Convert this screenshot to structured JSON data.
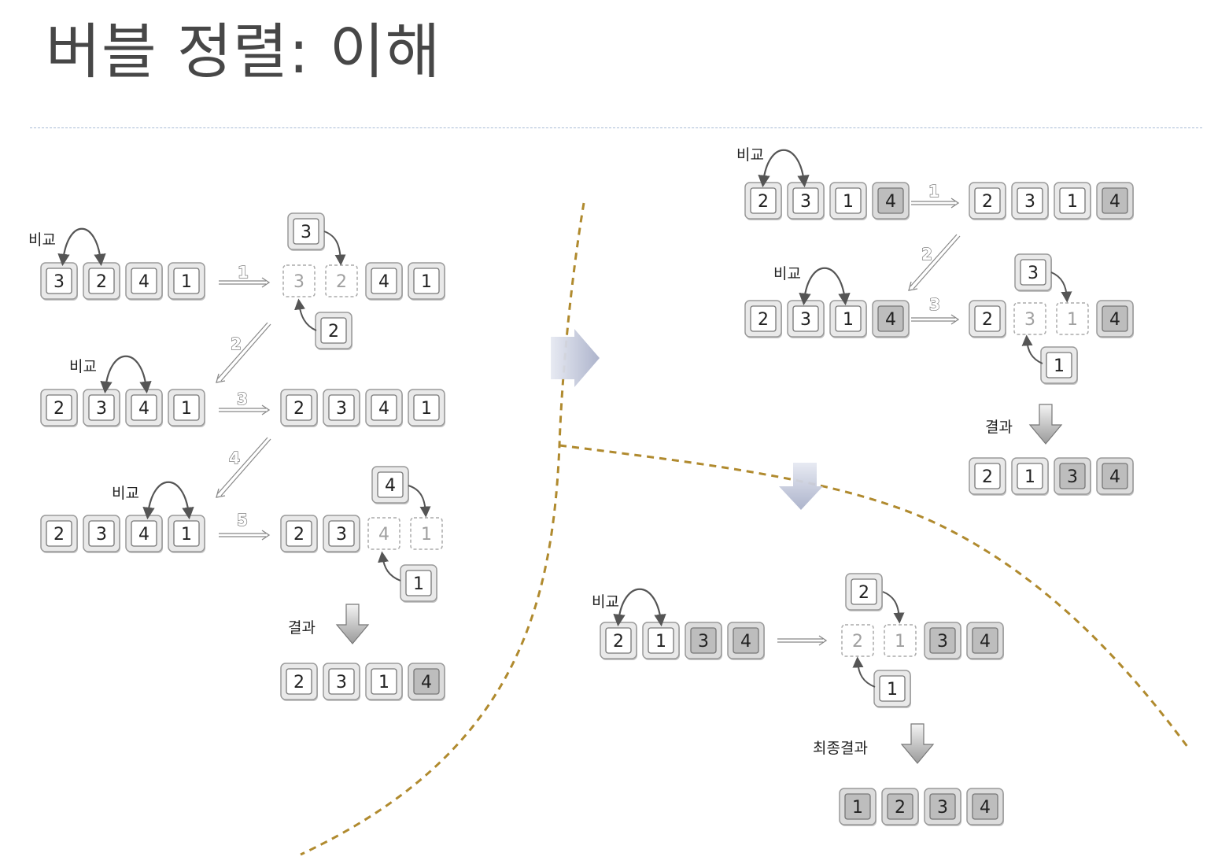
{
  "title": "버블 정렬: 이해",
  "labels": {
    "compare": "비교",
    "result": "결과",
    "final_result": "최종결과"
  },
  "step_numbers": [
    "1",
    "2",
    "3",
    "4",
    "5"
  ],
  "diagram": {
    "pass1": {
      "initial": [
        "3",
        "2",
        "4",
        "1"
      ],
      "swap_1": {
        "row": [
          "3",
          "2",
          "4",
          "1"
        ],
        "top": "3",
        "bottom": "2"
      },
      "row_2": [
        "2",
        "3",
        "4",
        "1"
      ],
      "row_2_result": [
        "2",
        "3",
        "4",
        "1"
      ],
      "row_3": [
        "2",
        "3",
        "4",
        "1"
      ],
      "swap_2": {
        "row": [
          "2",
          "3",
          "4",
          "1"
        ],
        "top": "4",
        "bottom": "1"
      },
      "result": [
        "2",
        "3",
        "1",
        "4"
      ]
    },
    "pass2": {
      "row_1": [
        "2",
        "3",
        "1",
        "4"
      ],
      "row_1_result": [
        "2",
        "3",
        "1",
        "4"
      ],
      "row_2": [
        "2",
        "3",
        "1",
        "4"
      ],
      "swap": {
        "row": [
          "2",
          "3",
          "1",
          "4"
        ],
        "top": "3",
        "bottom": "1"
      },
      "result": [
        "2",
        "1",
        "3",
        "4"
      ]
    },
    "pass3": {
      "row_1": [
        "2",
        "1",
        "3",
        "4"
      ],
      "swap": {
        "row": [
          "2",
          "1",
          "3",
          "4"
        ],
        "top": "2",
        "bottom": "1"
      },
      "final": [
        "1",
        "2",
        "3",
        "4"
      ]
    }
  },
  "colors": {
    "divider": "#b08a2e",
    "flow_arrow": "#a9b0c9",
    "sorted_cell": "#bdbdbd",
    "cell": "#ffffff",
    "dashed_cell_text": "#a0a0a0"
  }
}
